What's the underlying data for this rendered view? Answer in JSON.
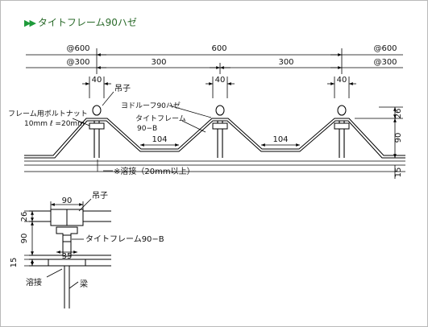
{
  "title": {
    "arrows": "▶▶",
    "text": "タイトフレーム90ハゼ"
  },
  "dimensions": {
    "pitch_600_left": "@600",
    "span_600": "600",
    "pitch_600_right": "@600",
    "pitch_300_left": "@300",
    "span_300_a": "300",
    "span_300_b": "300",
    "pitch_300_right": "@300",
    "width_40_a": "40",
    "width_40_b": "40",
    "width_40_c": "40",
    "gap_104_a": "104",
    "gap_104_b": "104",
    "height_26": "26",
    "height_90": "90",
    "height_15": "15"
  },
  "labels": {
    "hanger": "吊子",
    "frame_bolt_line1": "フレーム用ボルトナット",
    "frame_bolt_line2": "10mm  ℓ =20mm",
    "roof_name": "ヨドルーフ90ハゼ",
    "tight_frame_line1": "タイトフレーム",
    "tight_frame_line2": "90−B",
    "weld_note": "※溶接（20mm以上）"
  },
  "detail": {
    "width_90": "90",
    "height_26": "26",
    "height_90": "90",
    "height_15": "15",
    "width_35": "35",
    "hanger": "吊子",
    "tight_frame": "タイトフレーム90−B",
    "weld": "溶接",
    "beam": "梁"
  },
  "colors": {
    "title": "#2a6a2a",
    "arrow": "#1e9a3a",
    "frame_border": "#b9b9b9"
  }
}
